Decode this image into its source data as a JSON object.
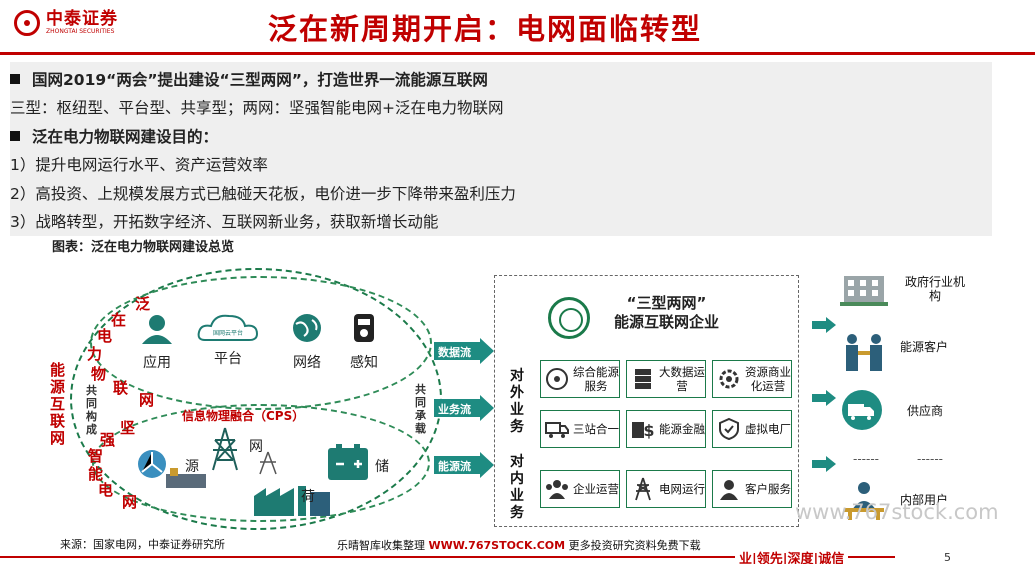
{
  "header": {
    "logo_cn": "中泰证券",
    "logo_en": "ZHONGTAI SECURITIES",
    "title": "泛在新周期开启：电网面临转型"
  },
  "text": {
    "l1": "国网2019“两会”提出建设“三型两网”，打造世界一流能源互联网",
    "l2": "三型：枢纽型、平台型、共享型；两网：坚强智能电网+泛在电力物联网",
    "l3": "泛在电力物联网建设目的：",
    "l4": "1）提升电网运行水平、资产运营效率",
    "l5": "2）高投资、上规模发展方式已触碰天花板，电价进一步下降带来盈利压力",
    "l6": "3）战略转型，开拓数字经济、互联网新业务，获取新增长动能"
  },
  "figure": {
    "title": "图表：泛在电力物联网建设总览",
    "outer_label": "能源互联网",
    "upper_label": "泛在电力物联网",
    "lower_label": "坚强智能电网",
    "formed_label": "共同构成",
    "carry_label": "共同承载",
    "cps_label": "信息物理融合（CPS）",
    "upper_nodes": [
      "应用",
      "平台",
      "网络",
      "感知"
    ],
    "platform_text": "国网云平台",
    "lower_nodes": [
      "源",
      "网",
      "荷",
      "储"
    ],
    "flows": [
      "数据流",
      "业务流",
      "能源流"
    ],
    "company_title_1": "“三型两网”",
    "company_title_2": "能源互联网企业",
    "external_label": "对外业务",
    "internal_label": "对内业务",
    "cells": [
      [
        "综合能源服务",
        "大数据运营",
        "资源商业化运营"
      ],
      [
        "三站合一",
        "能源金融",
        "虚拟电厂"
      ],
      [
        "企业运营",
        "电网运行",
        "客户服务"
      ]
    ],
    "customers": [
      "政府行业机构",
      "能源客户",
      "供应商",
      "------",
      "内部用户"
    ]
  },
  "footer": {
    "source": "来源：国家电网，中泰证券研究所",
    "banner_pre": "乐晴智库收集整理 ",
    "banner_url": "WWW.767STOCK.COM",
    "banner_post": " 更多投资研究资料免费下载",
    "slogan": "业|领先|深度|诚信",
    "watermark": "www.767stock.com",
    "page": "5"
  },
  "colors": {
    "brand_red": "#c00000",
    "green": "#1b7a4a",
    "teal": "#1e8c82"
  }
}
